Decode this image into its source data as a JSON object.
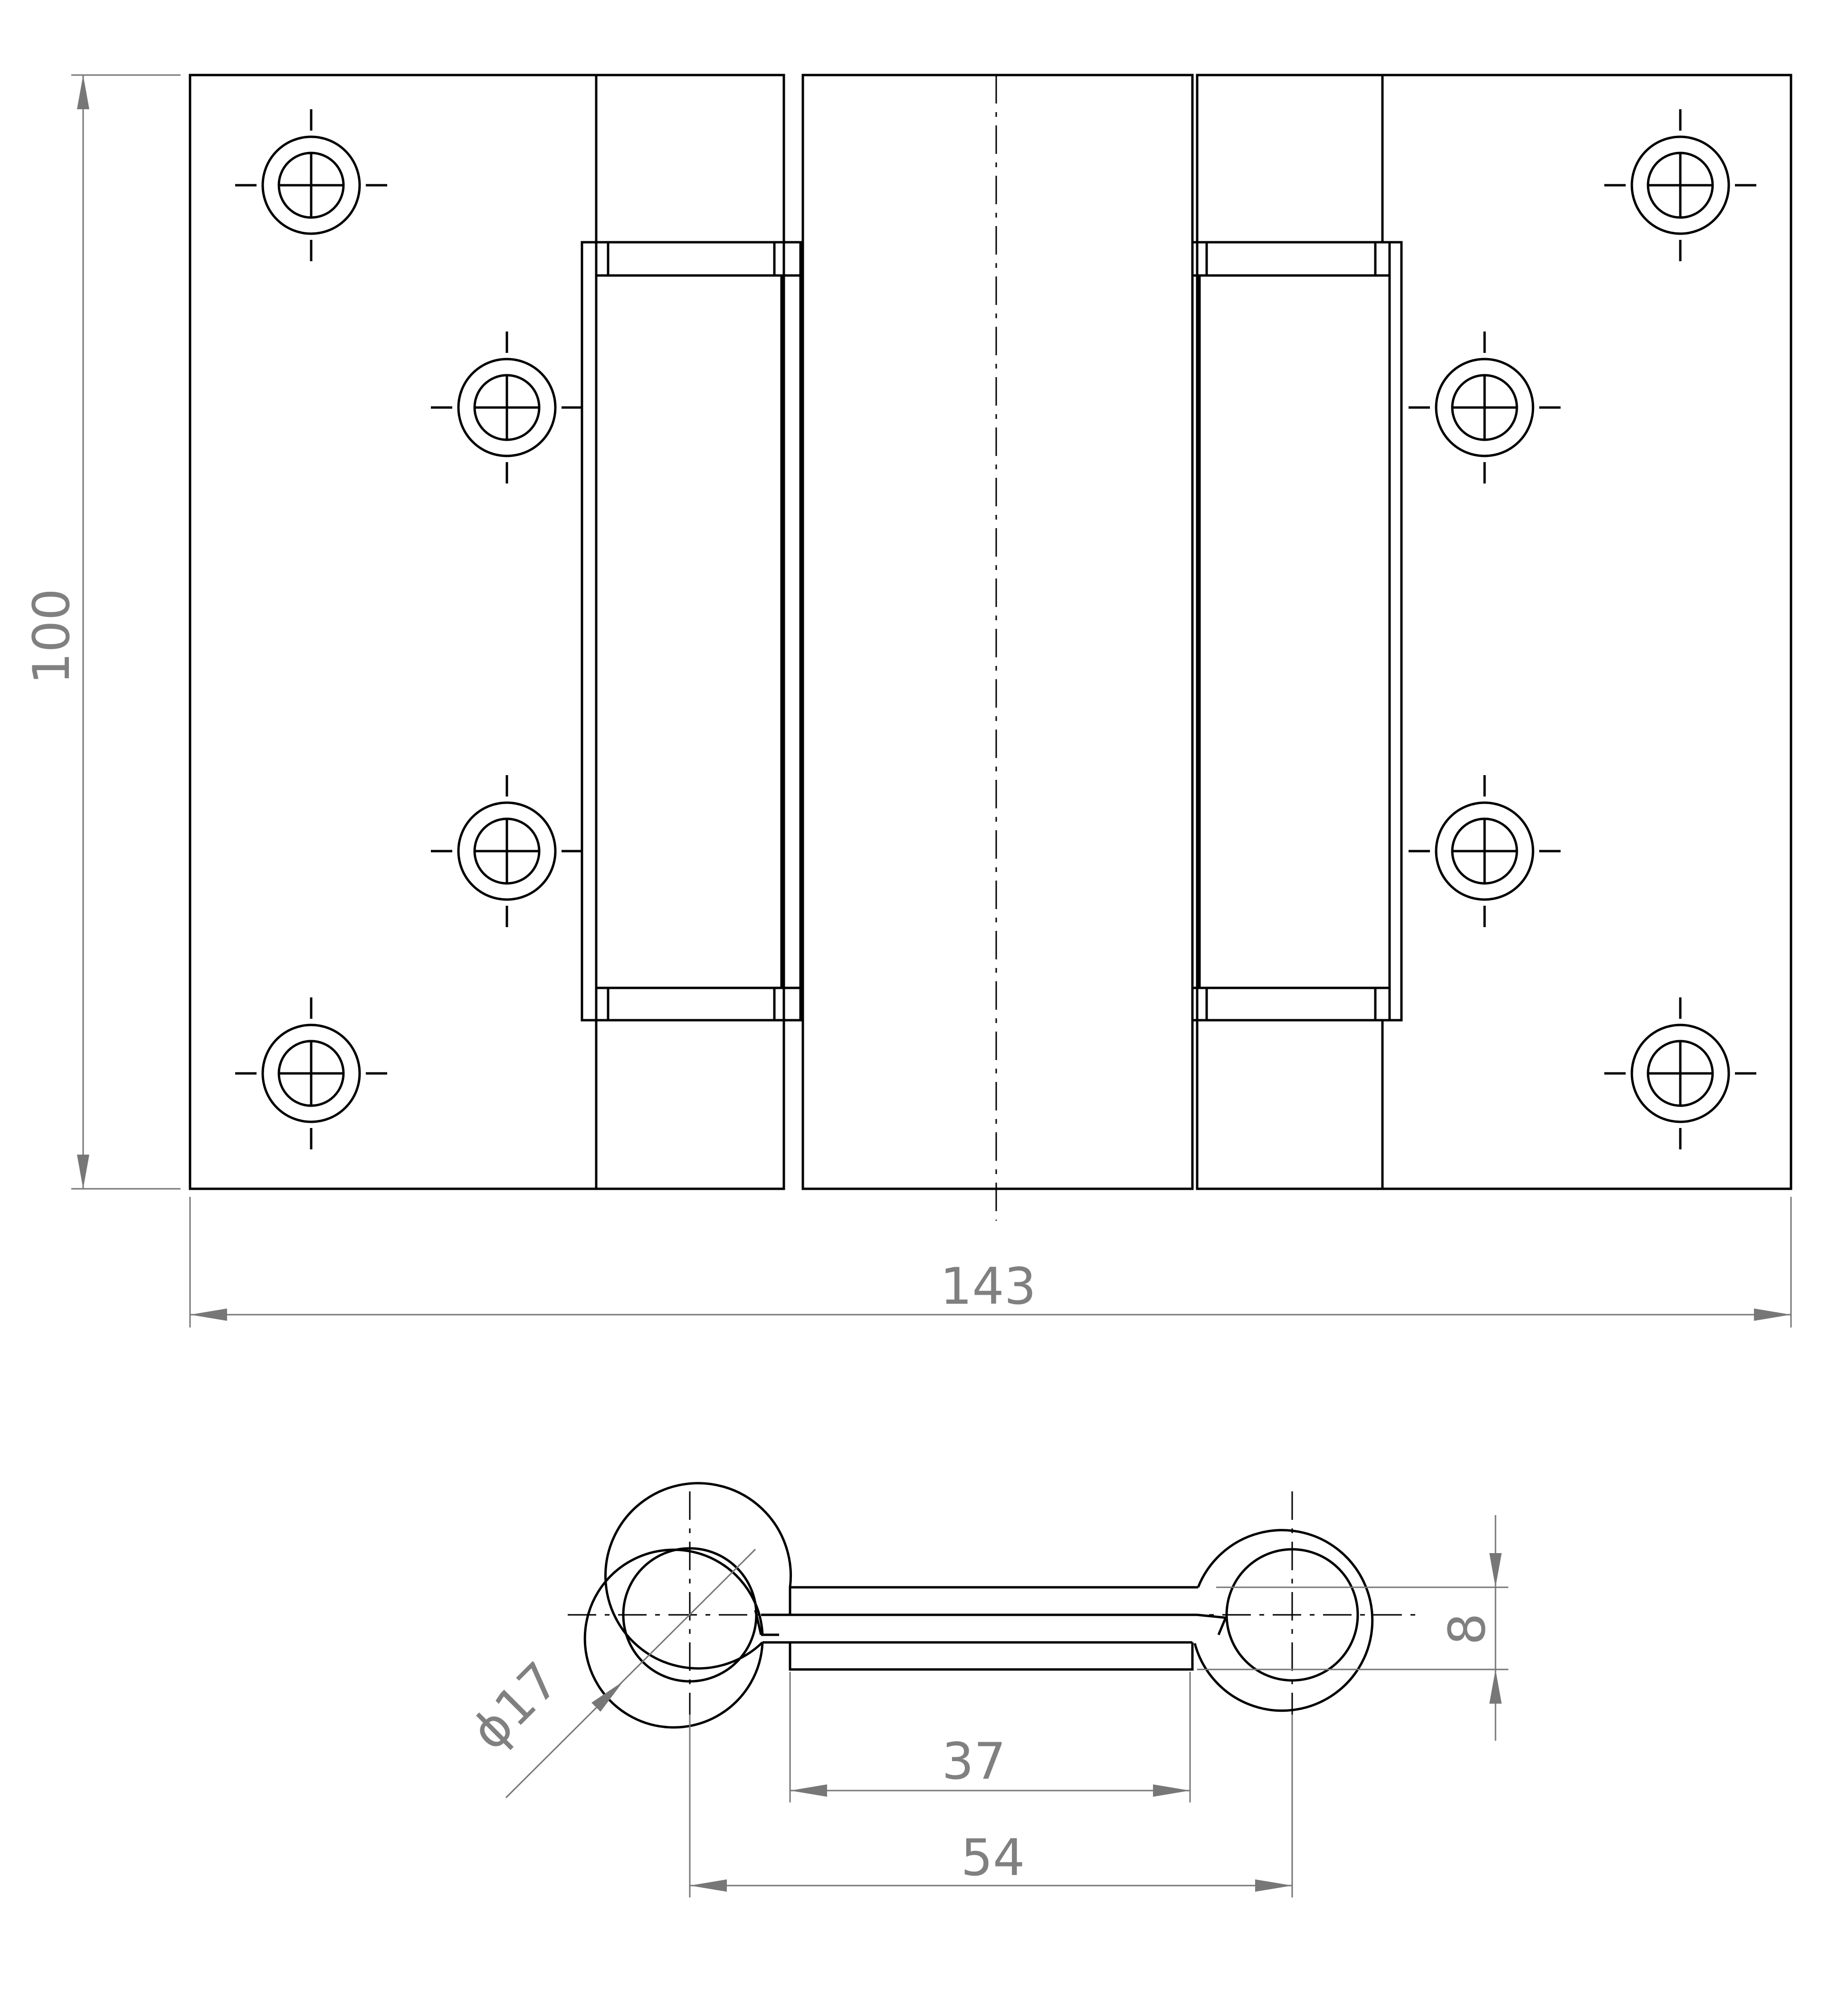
{
  "dimensions": {
    "height": "100",
    "width": "143",
    "pin_diameter": "ϕ17",
    "gap": "8",
    "leaf_span": "37",
    "pin_span": "54"
  }
}
